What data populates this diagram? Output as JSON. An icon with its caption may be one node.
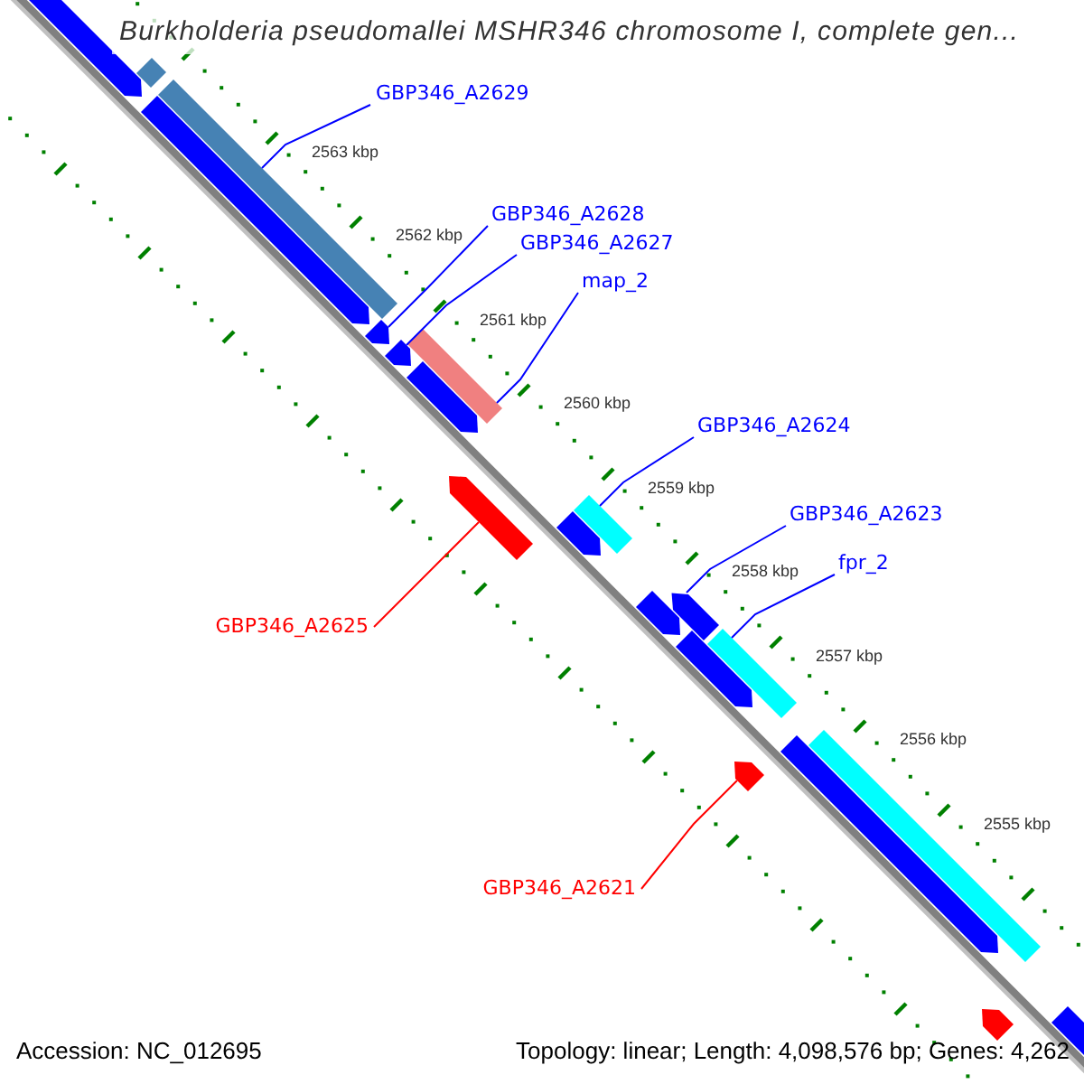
{
  "diagram": {
    "title": "Burkholderia pseudomallei MSHR346 chromosome I, complete gen...",
    "nodes": [
      {
        "text": [
          "GBP346_A2629"
        ]
      },
      {
        "text": [
          "GBP346_A2628"
        ]
      },
      {
        "text": [
          "GBP346_A2627"
        ]
      },
      {
        "text": [
          "map_2"
        ]
      },
      {
        "text": [
          "GBP346_A2624"
        ]
      },
      {
        "text": [
          "GBP346_A2623"
        ]
      },
      {
        "text": [
          "fpr_2"
        ]
      },
      {
        "text": [
          "GBP346_A2625"
        ]
      },
      {
        "text": [
          "GBP346_A2621"
        ]
      },
      {
        "text": [],
        "shape": "bar"
      },
      {
        "text": [],
        "shape": "bar"
      },
      {
        "text": [],
        "shape": "bar"
      },
      {
        "text": [],
        "shape": "bar"
      },
      {
        "text": [],
        "shape": "bar"
      },
      {
        "text": [],
        "shape": "bar"
      },
      {
        "text": [],
        "shape": "bar"
      },
      {
        "text": [],
        "shape": "bar"
      },
      {
        "text": [],
        "shape": "bar"
      },
      {
        "text": [],
        "shape": "bar"
      },
      {
        "text": [],
        "shape": "bar"
      },
      {
        "text": [],
        "shape": "bar"
      },
      {
        "text": [],
        "shape": "bar"
      },
      {
        "text": [],
        "shape": "bar"
      },
      {
        "text": [],
        "shape": "bar"
      },
      {
        "text": [],
        "shape": "bar"
      },
      {
        "text": [],
        "shape": "bar"
      },
      {
        "text": [],
        "shape": "bar"
      },
      {
        "text": [],
        "shape": "bar"
      },
      {
        "text": [],
        "shape": "bar"
      }
    ],
    "edges": [
      {
        "from": 0,
        "to": 11,
        "arrow": "none"
      },
      {
        "from": 1,
        "to": 13,
        "arrow": "none"
      },
      {
        "from": 2,
        "to": 14,
        "arrow": "none"
      },
      {
        "from": 3,
        "to": 16,
        "arrow": "none"
      },
      {
        "from": 4,
        "to": 18,
        "arrow": "none"
      },
      {
        "from": 5,
        "to": 20,
        "arrow": "none"
      },
      {
        "from": 6,
        "to": 22,
        "arrow": "none"
      },
      {
        "from": 7,
        "to": 17,
        "arrow": "none",
        "color": "#ff0000"
      },
      {
        "from": 8,
        "to": 24,
        "arrow": "none",
        "color": "#ff0000"
      }
    ],
    "labels": [
      "2563 kbp",
      "2562 kbp",
      "2561 kbp",
      "2560 kbp",
      "2559 kbp",
      "2558 kbp",
      "2557 kbp",
      "2556 kbp",
      "2555 kbp",
      "Accession: NC_012695",
      "Topology: linear; Length: 4,098,576 bp; Genes: 4,262"
    ]
  }
}
